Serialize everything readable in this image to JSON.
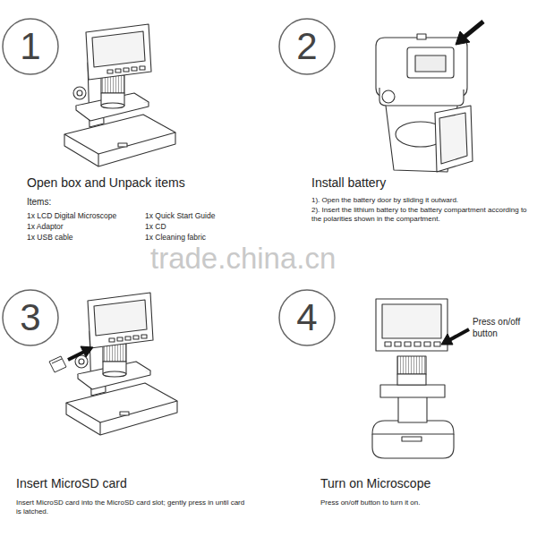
{
  "diagram": {
    "nodes": [
      {
        "text": [
          "1"
        ]
      },
      {
        "text": [
          "2"
        ]
      },
      {
        "text": [
          "3"
        ]
      },
      {
        "text": [
          "4"
        ]
      }
    ],
    "labels": [
      "Open box and Unpack items",
      "Items:",
      "1x LCD Digital Microscope",
      "1x Quick Start Guide",
      "1x Adaptor",
      "1x CD",
      "1x USB cable",
      "1x Cleaning fabric",
      "trade.china.cn",
      "Install battery",
      "1). Open the battery door by sliding it outward.",
      "2). Insert the lithium battery to the battery compartment according to the polarities shown in the compartment.",
      "Insert MicroSD card",
      "Insert MicroSD card into the MicroSD card slot; gently press in until card is latched.",
      "Turn on Microscope",
      "Press on/off button to turn it on.",
      "Press on/off button"
    ]
  }
}
